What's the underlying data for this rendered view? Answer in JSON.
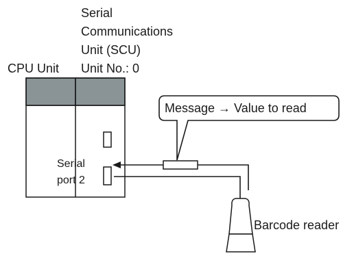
{
  "scu_label": {
    "line1": "Serial",
    "line2": "Communications",
    "line3": "Unit (SCU)",
    "line4": "Unit No.: 0"
  },
  "cpu_label": "CPU Unit",
  "serial_port_label": {
    "line1": "Serial",
    "line2": "port 2"
  },
  "message_callout": "Message → Value to read",
  "barcode_label": "Barcode reader",
  "colors": {
    "module_top": "#8a9497",
    "line": "#1a1a1a",
    "background": "#ffffff"
  }
}
